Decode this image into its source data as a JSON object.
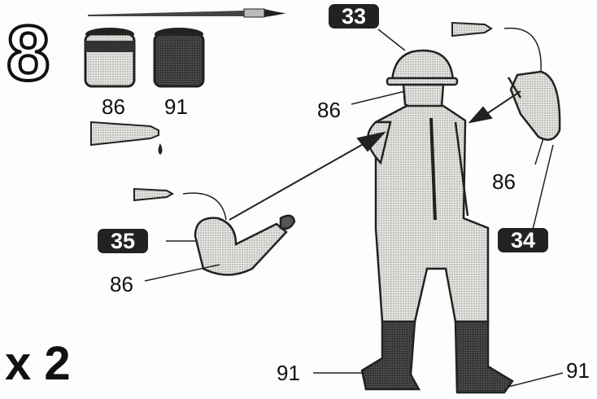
{
  "step_number": "8",
  "quantity": "x 2",
  "paints": [
    {
      "code": "86",
      "color": "#cfcfc0"
    },
    {
      "code": "91",
      "color": "#3a3a32"
    }
  ],
  "parts": {
    "helmet_badge": "33",
    "right_arm_badge": "34",
    "left_arm_badge": "35"
  },
  "callouts": {
    "head": "86",
    "arm_34": "86",
    "arm_35": "86",
    "boot_left": "91",
    "boot_right": "91"
  },
  "icons": [
    "brush-icon",
    "paint-pot-icon",
    "glue-tube-icon",
    "assembly-arrow-icon"
  ]
}
